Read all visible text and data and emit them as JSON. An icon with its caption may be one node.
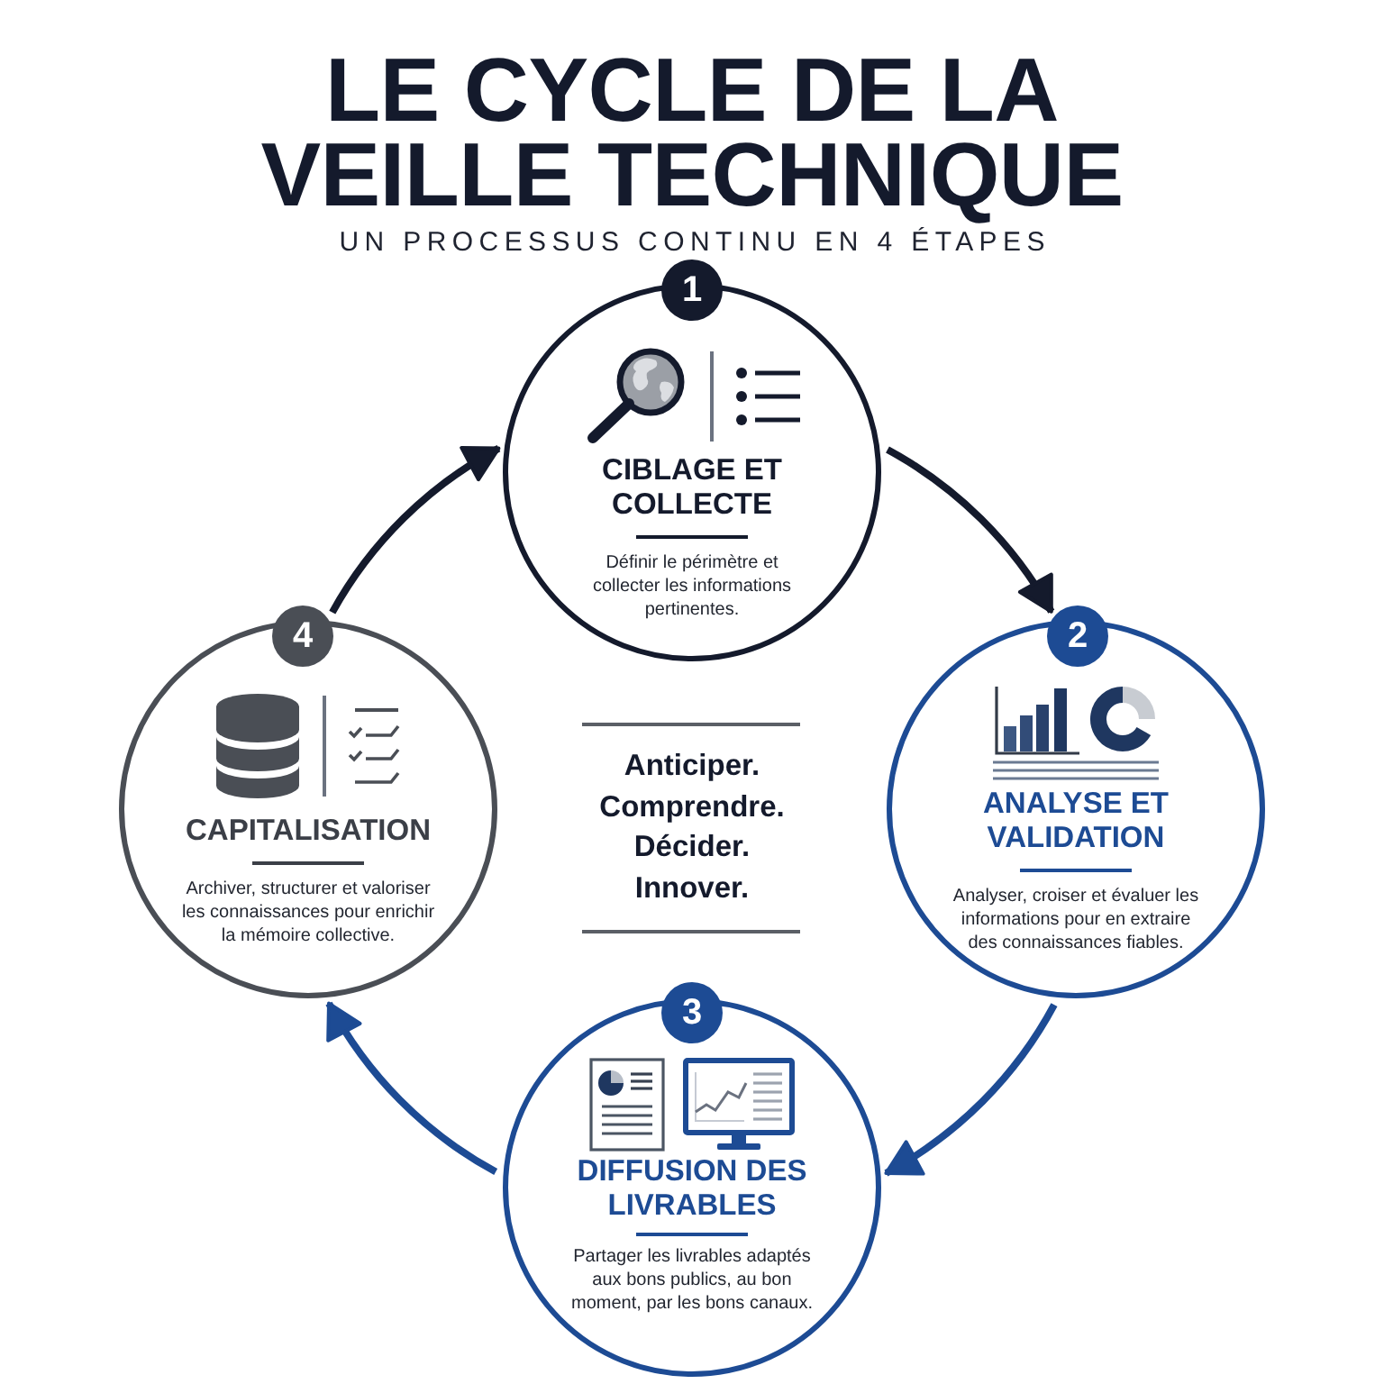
{
  "diagram": {
    "title": "LE CYCLE DE LA VEILLE TECHNIQUE",
    "nodes": [
      {
        "text": [
          "1"
        ]
      },
      {
        "text": [
          "CIBLAGE ET COLLECTE",
          "Définir le périmètre et collecter les informations pertinentes."
        ]
      },
      {
        "text": [
          "2"
        ]
      },
      {
        "text": [
          "ANALYSE ET VALIDATION",
          "Analyser, croiser et évaluer les informations pour en extraire des connaissances fiables."
        ]
      },
      {
        "text": [
          "3"
        ]
      },
      {
        "text": [
          "DIFFUSION DES LIVRABLES",
          "Partager les livrables adaptés aux bons publics, au bon moment, par les bons canaux."
        ]
      },
      {
        "text": [
          "4"
        ]
      },
      {
        "text": [
          "CAPITALISATION",
          "Archiver, structurer et valoriser les connaissances pour enrichir la mémoire collective."
        ]
      }
    ],
    "edges": [
      {
        "from": 1,
        "to": 3,
        "arrow": "to",
        "color": "#141a2c"
      },
      {
        "from": 3,
        "to": 5,
        "arrow": "to",
        "color": "#1d4b94"
      },
      {
        "from": 5,
        "to": 7,
        "arrow": "to",
        "color": "#1d4b94"
      },
      {
        "from": 7,
        "to": 1,
        "arrow": "to",
        "color": "#141a2c"
      }
    ],
    "labels": [
      "UN PROCESSUS CONTINU EN 4 ÉTAPES",
      "Anticiper.",
      "Comprendre.",
      "Décider.",
      "Innover."
    ]
  }
}
